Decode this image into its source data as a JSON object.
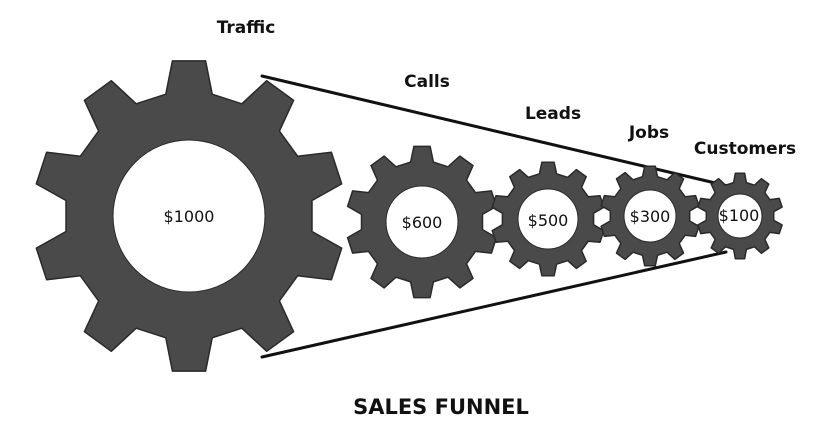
{
  "title": "SALES FUNNEL",
  "colors": {
    "gear_fill": "#4a4a4a",
    "gear_stroke": "#2a2a2a",
    "hole_fill": "#ffffff",
    "funnel_line": "#111111",
    "text": "#111111"
  },
  "stages": [
    {
      "label": "Traffic",
      "value": "$1000"
    },
    {
      "label": "Calls",
      "value": "$600"
    },
    {
      "label": "Leads",
      "value": "$500"
    },
    {
      "label": "Jobs",
      "value": "$300"
    },
    {
      "label": "Customers",
      "value": "$100"
    }
  ]
}
